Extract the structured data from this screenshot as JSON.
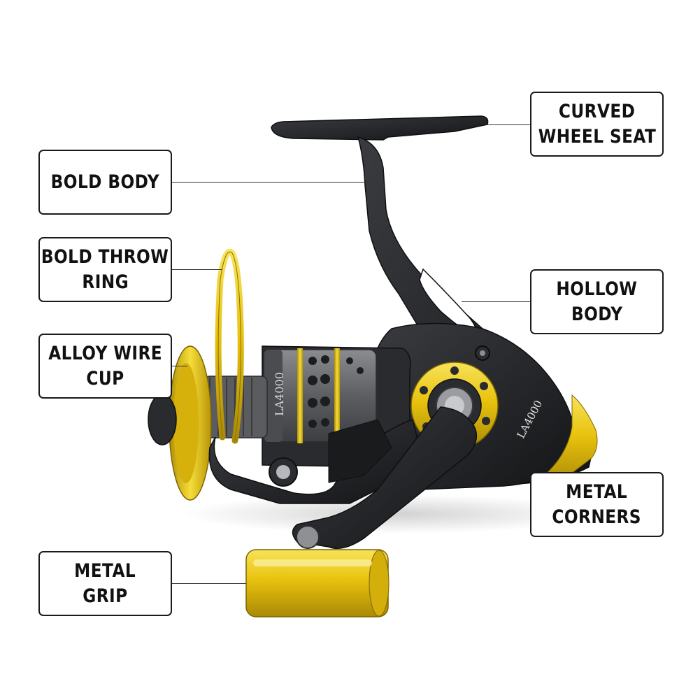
{
  "product": {
    "model_marking": "LA4000"
  },
  "callouts": {
    "bold_body": [
      "BOLD BODY"
    ],
    "bold_throw_ring": [
      "BOLD THROW",
      "RING"
    ],
    "alloy_wire_cup": [
      "ALLOY WIRE",
      "CUP"
    ],
    "metal_grip": [
      "METAL",
      "GRIP"
    ],
    "curved_wheel_seat": [
      "CURVED",
      "WHEEL SEAT"
    ],
    "hollow_body": [
      "HOLLOW",
      "BODY"
    ],
    "metal_corners": [
      "METAL",
      "CORNERS"
    ]
  },
  "colors": {
    "body_black": "#1e1f22",
    "body_dark_gray": "#34363a",
    "accent_yellow": "#e8c20e",
    "accent_yellow_light": "#f7e35a",
    "spool_gray": "#6c6e72",
    "outline": "#1a1a1a"
  }
}
